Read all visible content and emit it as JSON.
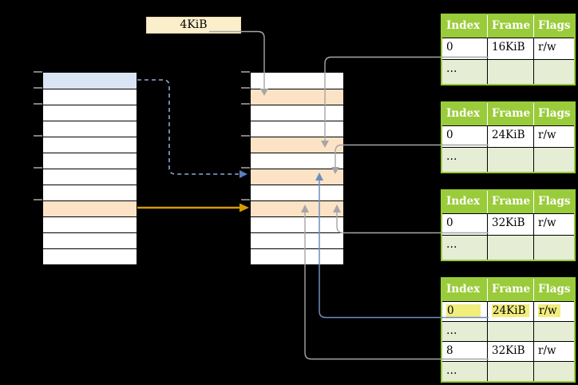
{
  "diagram": {
    "page_size_box": {
      "label": "4KiB"
    },
    "left_memory_column": {
      "rows": 12,
      "highlights": [
        {
          "row": 1,
          "color": "blue"
        },
        {
          "row": 9,
          "color": "orange"
        }
      ],
      "tick_rows": [
        0,
        1,
        2,
        4,
        6,
        8
      ]
    },
    "right_memory_column": {
      "rows": 12,
      "highlights": [
        {
          "row": 2,
          "color": "orange"
        },
        {
          "row": 5,
          "color": "orange"
        },
        {
          "row": 7,
          "color": "orange"
        },
        {
          "row": 9,
          "color": "orange"
        }
      ],
      "tick_rows": [
        0,
        1,
        2,
        4,
        6,
        8
      ]
    },
    "page_tables": [
      {
        "headers": [
          "Index",
          "Frame",
          "Flags"
        ],
        "rows": [
          {
            "cells": [
              "0",
              "16KiB",
              "r/w"
            ],
            "shaded": false,
            "highlighted": false
          },
          {
            "cells": [
              "…",
              "",
              ""
            ],
            "shaded": true,
            "highlighted": false
          }
        ]
      },
      {
        "headers": [
          "Index",
          "Frame",
          "Flags"
        ],
        "rows": [
          {
            "cells": [
              "0",
              "24KiB",
              "r/w"
            ],
            "shaded": false,
            "highlighted": false
          },
          {
            "cells": [
              "…",
              "",
              ""
            ],
            "shaded": true,
            "highlighted": false
          }
        ]
      },
      {
        "headers": [
          "Index",
          "Frame",
          "Flags"
        ],
        "rows": [
          {
            "cells": [
              "0",
              "32KiB",
              "r/w"
            ],
            "shaded": false,
            "highlighted": false
          },
          {
            "cells": [
              "…",
              "",
              ""
            ],
            "shaded": true,
            "highlighted": false
          }
        ]
      },
      {
        "headers": [
          "Index",
          "Frame",
          "Flags"
        ],
        "rows": [
          {
            "cells": [
              "0",
              "24KiB",
              "r/w"
            ],
            "shaded": false,
            "highlighted": true
          },
          {
            "cells": [
              "…",
              "",
              ""
            ],
            "shaded": true,
            "highlighted": false
          },
          {
            "cells": [
              "8",
              "32KiB",
              "r/w"
            ],
            "shaded": false,
            "highlighted": false
          },
          {
            "cells": [
              "…",
              "",
              ""
            ],
            "shaded": true,
            "highlighted": false
          }
        ]
      }
    ],
    "colors": {
      "background": "#000000",
      "table_header_green": "#9ACB3A",
      "table_row_light_green": "#E5EED5",
      "highlight_yellow": "#F1EE7D",
      "memory_row_orange": "#FCE3C6",
      "memory_row_blue": "#DAE4F5",
      "label_box_cream": "#FBEECB",
      "label_box_border": "#EBDCAE",
      "arrow_gray": "#A6A6A6",
      "arrow_orange": "#D79B00",
      "arrow_blue": "#6C8EBF",
      "arrow_blue_dashed": "#8FA8D8",
      "arrow_blue_dashed_head": "#5C7DBE",
      "tick_gray": "#7F7F7F"
    }
  }
}
